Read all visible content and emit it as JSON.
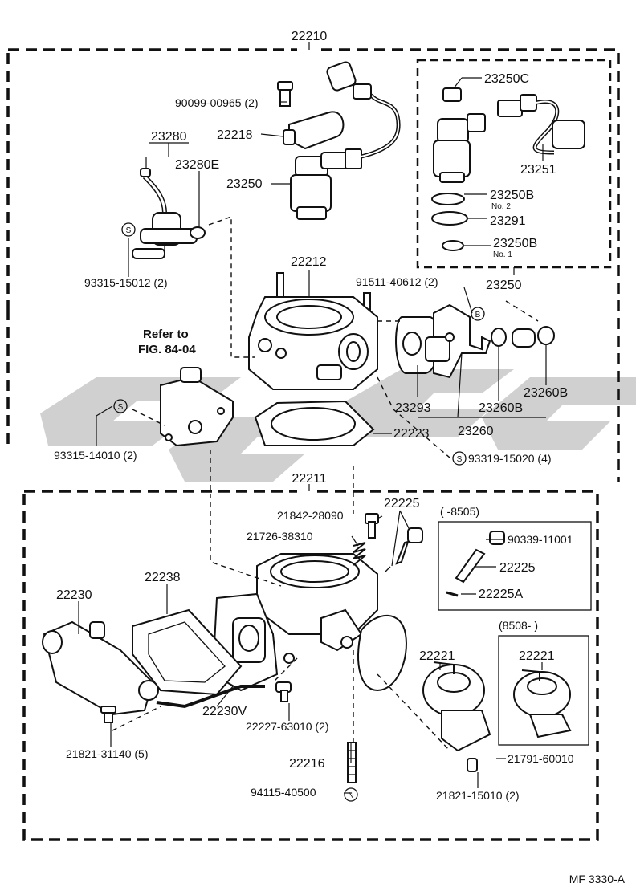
{
  "labels": {
    "assy_top": "22210",
    "bolt_upper": "90099-00965 (2)",
    "sensor_22218": "22218",
    "pressure_reg": "23280",
    "oring_23280e": "23280E",
    "injector_main": "23250",
    "screw_93315_15012": "93315-15012 (2)",
    "inj_cushion_c": "23250C",
    "wire_23251": "23251",
    "oring_23250b_2": "23250B",
    "no2": "No. 2",
    "oring_23291": "23291",
    "oring_23250b_1": "23250B",
    "no1": "No. 1",
    "injector_group": "23250",
    "chamber_22212": "22212",
    "bolt_91511": "91511-40612 (2)",
    "refer_to": "Refer to",
    "fig_ref": "FIG. 84-04",
    "gasket_23293": "23293",
    "grommet_23260b_a": "23260B",
    "grommet_23260b_b": "23260B",
    "delivery_23260": "23260",
    "gasket_22223": "22223",
    "screw_93315_14010": "93315-14010 (2)",
    "screw_93319": "93319-15020 (4)",
    "body_22211": "22211",
    "screw_21842": "21842-28090",
    "spring_21726": "21726-38310",
    "screw_22225_main": "22225",
    "date_range_early": "(         -8505)",
    "plug_90339": "90339-11001",
    "screw_22225_alt": "22225",
    "pin_22225a": "22225A",
    "gasket_22238": "22238",
    "iac_22230": "22230",
    "gasket_22230v": "22230V",
    "bolt_22227": "22227-63010 (2)",
    "date_range_late": "(8508-           )",
    "dashpot_22221": "22221",
    "dashpot_22221_alt": "22221",
    "bolt_21821_31140": "21821-31140 (5)",
    "stud_22216": "22216",
    "clip_21791": "21791-60010",
    "nut_94115": "94115-40500",
    "bolt_21821_15010": "21821-15010 (2)",
    "sym_s": "S",
    "sym_b": "B",
    "sym_n": "N",
    "fig_code": "MF 3330-A"
  },
  "watermark_color": "#c8c8c8"
}
